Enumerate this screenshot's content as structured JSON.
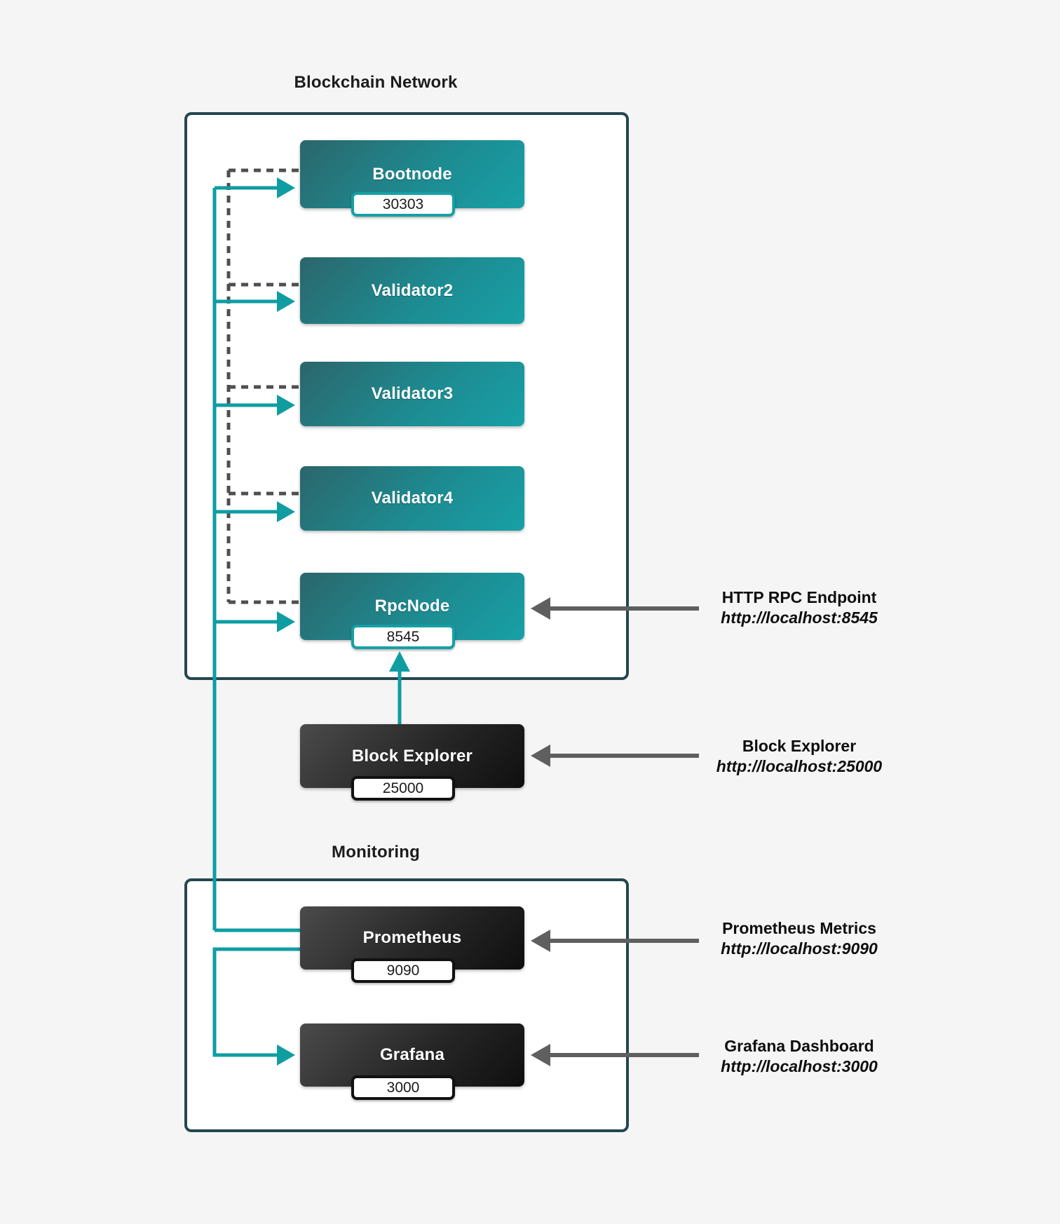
{
  "diagram": {
    "groups": [
      {
        "id": "blockchain-network",
        "title": "Blockchain Network"
      },
      {
        "id": "monitoring",
        "title": "Monitoring"
      }
    ],
    "nodes": [
      {
        "id": "bootnode",
        "label": "Bootnode",
        "port": "30303",
        "kind": "chain"
      },
      {
        "id": "validator2",
        "label": "Validator2",
        "port": "",
        "kind": "chain"
      },
      {
        "id": "validator3",
        "label": "Validator3",
        "port": "",
        "kind": "chain"
      },
      {
        "id": "validator4",
        "label": "Validator4",
        "port": "",
        "kind": "chain"
      },
      {
        "id": "rpcnode",
        "label": "RpcNode",
        "port": "8545",
        "kind": "chain"
      },
      {
        "id": "block-explorer",
        "label": "Block Explorer",
        "port": "25000",
        "kind": "tool"
      },
      {
        "id": "prometheus",
        "label": "Prometheus",
        "port": "9090",
        "kind": "tool"
      },
      {
        "id": "grafana",
        "label": "Grafana",
        "port": "3000",
        "kind": "tool"
      }
    ],
    "annotations": [
      {
        "title": "HTTP RPC Endpoint",
        "url": "http://localhost:8545"
      },
      {
        "title": "Block Explorer",
        "url": "http://localhost:25000"
      },
      {
        "title": "Prometheus Metrics",
        "url": "http://localhost:9090"
      },
      {
        "title": "Grafana Dashboard",
        "url": "http://localhost:3000"
      }
    ],
    "edges": [
      {
        "from": "bus",
        "to": "bootnode",
        "style": "teal-arrow"
      },
      {
        "from": "bus",
        "to": "validator2",
        "style": "teal-arrow"
      },
      {
        "from": "bus",
        "to": "validator3",
        "style": "teal-arrow"
      },
      {
        "from": "bus",
        "to": "validator4",
        "style": "teal-arrow"
      },
      {
        "from": "bus",
        "to": "rpcnode",
        "style": "teal-arrow"
      },
      {
        "from": "bus",
        "to": "prometheus",
        "style": "teal-line"
      },
      {
        "from": "prometheus",
        "to": "grafana",
        "style": "teal-arrow"
      },
      {
        "from": "block-explorer",
        "to": "rpcnode",
        "style": "teal-arrow"
      },
      {
        "from": "peer-bus",
        "to": "bootnode,validator2,validator3,validator4,rpcnode",
        "style": "dashed-gray"
      },
      {
        "from": "annotation-0",
        "to": "rpcnode",
        "style": "gray-arrow"
      },
      {
        "from": "annotation-1",
        "to": "block-explorer",
        "style": "gray-arrow"
      },
      {
        "from": "annotation-2",
        "to": "prometheus",
        "style": "gray-arrow"
      },
      {
        "from": "annotation-3",
        "to": "grafana",
        "style": "gray-arrow"
      }
    ],
    "colors": {
      "background": "#f5f5f6",
      "teal_node_start": "#2b666b",
      "teal_node_end": "#17a0a6",
      "dark_node_start": "#4b4b4b",
      "dark_node_end": "#0f0f0f",
      "group_border": "#24474e",
      "edge_teal": "#0f9da2",
      "edge_gray": "#5f5f5f",
      "edge_dashed_gray": "#4f4f4f"
    }
  }
}
